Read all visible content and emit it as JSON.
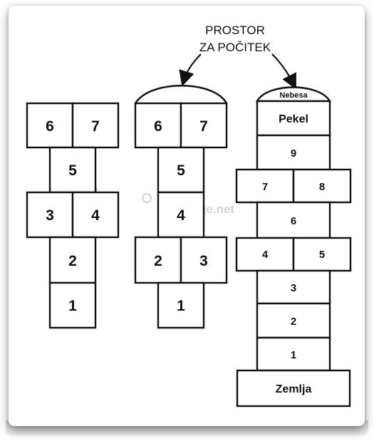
{
  "title": {
    "line1": "PROSTOR",
    "line2": "ZA POČITEK"
  },
  "watermark": "Otroarije.net",
  "hopscotch_1": {
    "cells": [
      "6",
      "7",
      "5",
      "3",
      "4",
      "2",
      "1"
    ]
  },
  "hopscotch_2": {
    "cells": [
      "6",
      "7",
      "5",
      "4",
      "2",
      "3",
      "1"
    ]
  },
  "hopscotch_3": {
    "top": "Nebesa",
    "cells": [
      "Pekel",
      "9",
      "7",
      "8",
      "6",
      "4",
      "5",
      "3",
      "2",
      "1"
    ],
    "bottom": "Zemlja"
  },
  "colors": {
    "line": "#111111",
    "watermark": "#c9c9c9",
    "background": "#ffffff"
  }
}
